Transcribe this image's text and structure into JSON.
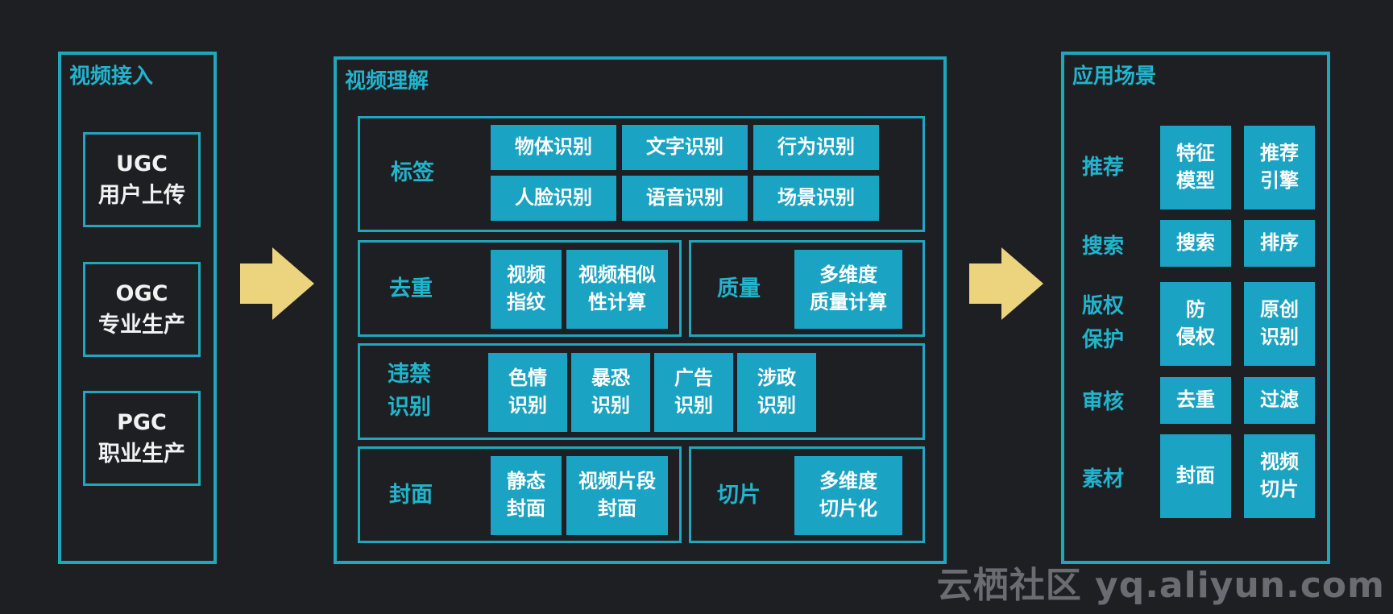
{
  "ingest": {
    "title": "视频接入",
    "sources": [
      {
        "code": "UGC",
        "label": "用户上传"
      },
      {
        "code": "OGC",
        "label": "专业生产"
      },
      {
        "code": "PGC",
        "label": "职业生产"
      }
    ]
  },
  "understand": {
    "title": "视频理解",
    "tags": {
      "label": "标签",
      "items": [
        "物体识别",
        "文字识别",
        "行为识别",
        "人脸识别",
        "语音识别",
        "场景识别"
      ]
    },
    "dedup": {
      "label": "去重",
      "items": [
        "视频\n指纹",
        "视频相似\n性计算"
      ]
    },
    "quality": {
      "label": "质量",
      "items": [
        "多维度\n质量计算"
      ]
    },
    "banned": {
      "label": "违禁\n识别",
      "items": [
        "色情\n识别",
        "暴恐\n识别",
        "广告\n识别",
        "涉政\n识别"
      ]
    },
    "cover": {
      "label": "封面",
      "items": [
        "静态\n封面",
        "视频片段\n封面"
      ]
    },
    "slice": {
      "label": "切片",
      "items": [
        "多维度\n切片化"
      ]
    }
  },
  "apps": {
    "title": "应用场景",
    "rows": [
      {
        "label": "推荐",
        "items": [
          "特征\n模型",
          "推荐\n引擎"
        ]
      },
      {
        "label": "搜索",
        "items": [
          "搜索",
          "排序"
        ]
      },
      {
        "label": "版权\n保护",
        "items": [
          "防\n侵权",
          "原创\n识别"
        ]
      },
      {
        "label": "审核",
        "items": [
          "去重",
          "过滤"
        ]
      },
      {
        "label": "素材",
        "items": [
          "封面",
          "视频\n切片"
        ]
      }
    ]
  },
  "watermark": "云栖社区 yq.aliyun.com",
  "colors": {
    "background": "#1e1f23",
    "border": "#1ea7bd",
    "button": "#1ba3c3",
    "label": "#21b4cc",
    "arrow": "#ecd37e"
  }
}
